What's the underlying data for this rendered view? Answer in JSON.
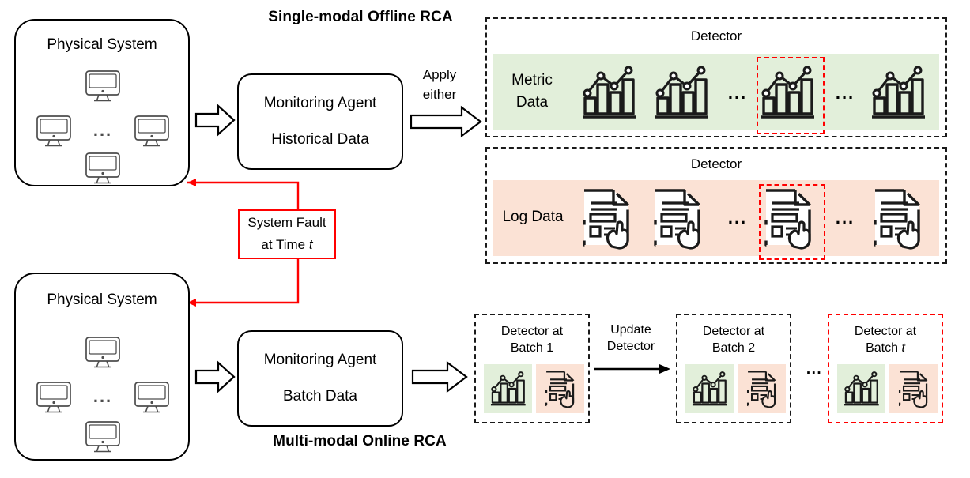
{
  "diagram": {
    "titles": {
      "top": "Single-modal Offline RCA",
      "bottom": "Multi-modal Online RCA"
    },
    "colors": {
      "metric_band": "#e2efda",
      "log_band": "#fbe2d5",
      "highlight": "#ff0000",
      "outline": "#000000"
    },
    "offline": {
      "physical_system": {
        "label": "Physical System",
        "node_dots": "..."
      },
      "monitoring_agent": {
        "line1": "Monitoring Agent",
        "line2": "Historical Data"
      },
      "apply_label_line1": "Apply",
      "apply_label_line2": "either",
      "metric_detector": {
        "header": "Detector",
        "row_label_line1": "Metric",
        "row_label_line2": "Data",
        "items": [
          "metric-chart-icon",
          "metric-chart-icon",
          "ellipsis",
          "metric-chart-icon-highlighted",
          "ellipsis",
          "metric-chart-icon"
        ],
        "ellipsis": "..."
      },
      "log_detector": {
        "header": "Detector",
        "row_label": "Log Data",
        "items": [
          "log-doc-icon",
          "log-doc-icon",
          "ellipsis",
          "log-doc-icon-highlighted",
          "ellipsis",
          "log-doc-icon"
        ],
        "ellipsis": "..."
      }
    },
    "fault": {
      "line1": "System Fault",
      "line2_prefix": "at Time ",
      "line2_var": "t"
    },
    "online": {
      "physical_system": {
        "label": "Physical System",
        "node_dots": "..."
      },
      "monitoring_agent": {
        "line1": "Monitoring Agent",
        "line2": "Batch Data"
      },
      "update_label_line1": "Update",
      "update_label_line2": "Detector",
      "batches": [
        {
          "line1": "Detector at",
          "line2": "Batch 1",
          "highlighted": false
        },
        {
          "line1": "Detector at",
          "line2": "Batch 2",
          "highlighted": false
        },
        {
          "line1": "Detector at",
          "line2": "Batch t",
          "highlighted": true
        }
      ],
      "batch_ellipsis": "..."
    }
  }
}
